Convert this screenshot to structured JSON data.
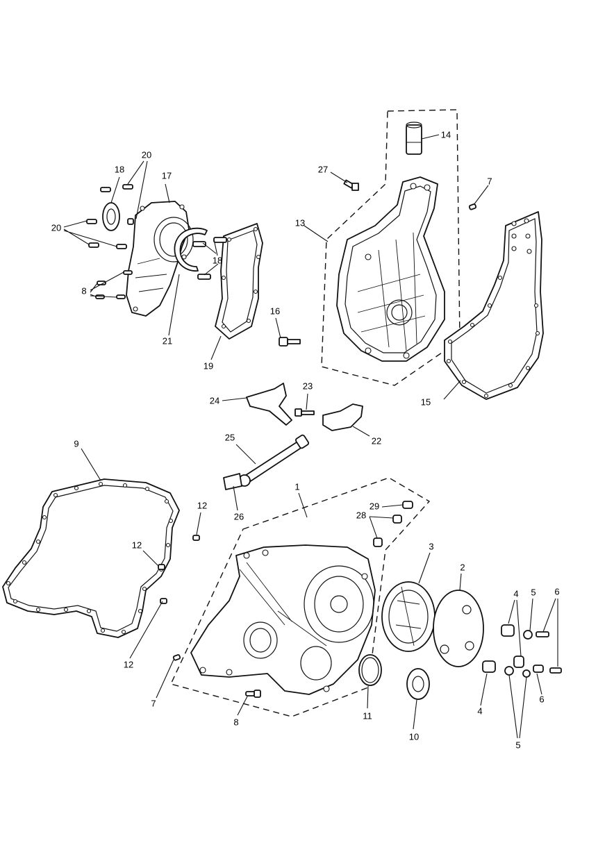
{
  "callouts": {
    "c1": "1",
    "c2": "2",
    "c3": "3",
    "c4a": "4",
    "c4b": "4",
    "c5a": "5",
    "c5b": "5",
    "c6a": "6",
    "c6b": "6",
    "c7a": "7",
    "c7b": "7",
    "c8a": "8",
    "c8b": "8",
    "c9": "9",
    "c10": "10",
    "c11": "11",
    "c12a": "12",
    "c12b": "12",
    "c12c": "12",
    "c13": "13",
    "c14": "14",
    "c15": "15",
    "c16": "16",
    "c17": "17",
    "c18a": "18",
    "c18b": "18",
    "c19": "19",
    "c20a": "20",
    "c20b": "20",
    "c21": "21",
    "c22": "22",
    "c23": "23",
    "c24": "24",
    "c25": "25",
    "c26": "26",
    "c27": "27",
    "c28": "28",
    "c29": "29"
  }
}
